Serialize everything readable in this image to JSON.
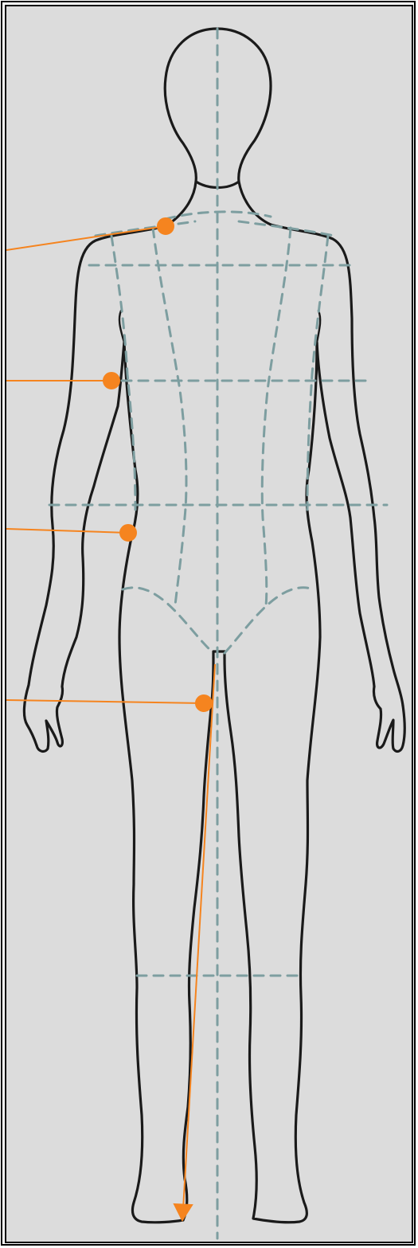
{
  "figure": {
    "background": "#dcdcdc",
    "frame_color": "#000000",
    "outline_color": "#111111",
    "guide_color": "#7d9ea0",
    "marker_color": "#f5841f"
  },
  "markers": [
    {
      "id": "shoulder-point",
      "kind": "dot"
    },
    {
      "id": "chest-side-point",
      "kind": "dot"
    },
    {
      "id": "waist-side-point",
      "kind": "dot"
    },
    {
      "id": "crotch-point",
      "kind": "dot"
    },
    {
      "id": "inseam-arrow",
      "kind": "arrow"
    }
  ]
}
